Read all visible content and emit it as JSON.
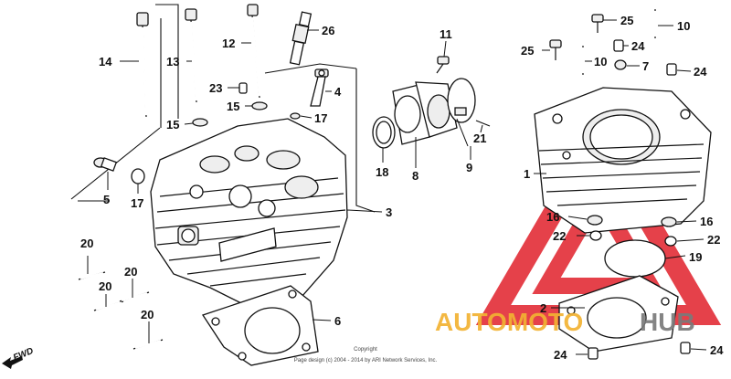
{
  "callouts": [
    {
      "id": "14",
      "label": "14"
    },
    {
      "id": "13",
      "label": "13"
    },
    {
      "id": "12",
      "label": "12"
    },
    {
      "id": "26",
      "label": "26"
    },
    {
      "id": "23",
      "label": "23"
    },
    {
      "id": "4",
      "label": "4"
    },
    {
      "id": "15a",
      "label": "15"
    },
    {
      "id": "15b",
      "label": "15"
    },
    {
      "id": "17a",
      "label": "17"
    },
    {
      "id": "5",
      "label": "5"
    },
    {
      "id": "17b",
      "label": "17"
    },
    {
      "id": "3",
      "label": "3"
    },
    {
      "id": "20a",
      "label": "20"
    },
    {
      "id": "20b",
      "label": "20"
    },
    {
      "id": "20c",
      "label": "20"
    },
    {
      "id": "20d",
      "label": "20"
    },
    {
      "id": "6",
      "label": "6"
    },
    {
      "id": "11",
      "label": "11"
    },
    {
      "id": "18",
      "label": "18"
    },
    {
      "id": "8",
      "label": "8"
    },
    {
      "id": "21",
      "label": "21"
    },
    {
      "id": "9",
      "label": "9"
    },
    {
      "id": "25a",
      "label": "25"
    },
    {
      "id": "25b",
      "label": "25"
    },
    {
      "id": "24a",
      "label": "24"
    },
    {
      "id": "10a",
      "label": "10"
    },
    {
      "id": "10b",
      "label": "10"
    },
    {
      "id": "7",
      "label": "7"
    },
    {
      "id": "24b",
      "label": "24"
    },
    {
      "id": "1",
      "label": "1"
    },
    {
      "id": "16a",
      "label": "16"
    },
    {
      "id": "16b",
      "label": "16"
    },
    {
      "id": "22a",
      "label": "22"
    },
    {
      "id": "22b",
      "label": "22"
    },
    {
      "id": "19",
      "label": "19"
    },
    {
      "id": "2",
      "label": "2"
    },
    {
      "id": "24c",
      "label": "24"
    },
    {
      "id": "24d",
      "label": "24"
    }
  ],
  "fwd_label": "FWD",
  "watermark": {
    "text_a": "AUTOMOTO",
    "text_b": "HUB",
    "color_a": "#f2b233",
    "color_b": "#7a7a7a",
    "triangle_color": "#e0202a"
  },
  "copyright": {
    "line1": "Copyright",
    "line2": "Page design (c) 2004 - 2014 by ARI Network Services, Inc."
  }
}
